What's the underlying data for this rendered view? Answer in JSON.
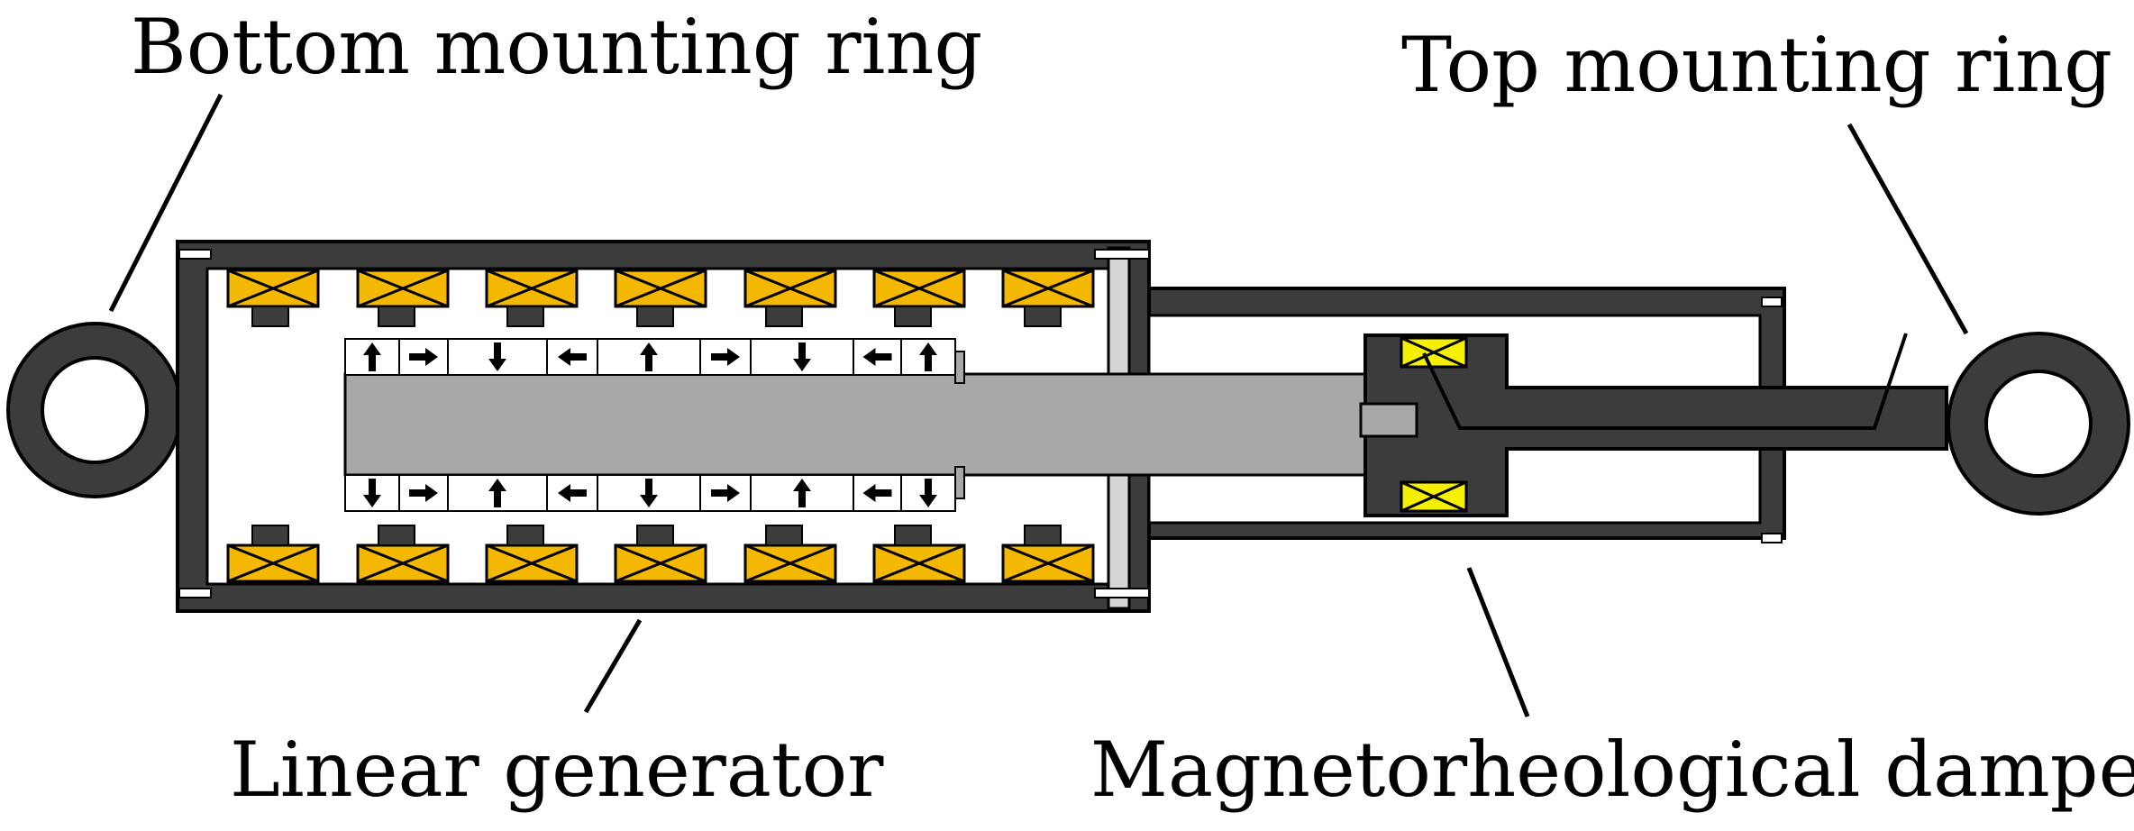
{
  "labels": {
    "bottom_ring": "Bottom mounting ring",
    "top_ring": "Top mounting ring",
    "generator": "Linear generator",
    "damper": "Magnetorheological damper"
  },
  "magnet_directions": {
    "upper_row": [
      "up",
      "right",
      "down",
      "left",
      "up",
      "right",
      "down",
      "left",
      "up"
    ],
    "lower_row": [
      "down",
      "right",
      "up",
      "left",
      "down",
      "right",
      "up",
      "left",
      "down"
    ]
  },
  "colors": {
    "housing": "#3c3c3c",
    "coil": "#f5b800",
    "damper_coil": "#f5f000",
    "shaft": "#a8a8a8",
    "plate": "#d6d6d6",
    "magnet": "#ffffff",
    "outline": "#000000"
  },
  "icons": [
    "arrow-up-icon",
    "arrow-down-icon",
    "arrow-left-icon",
    "arrow-right-icon",
    "coil-cross-icon",
    "bolt-icon"
  ]
}
